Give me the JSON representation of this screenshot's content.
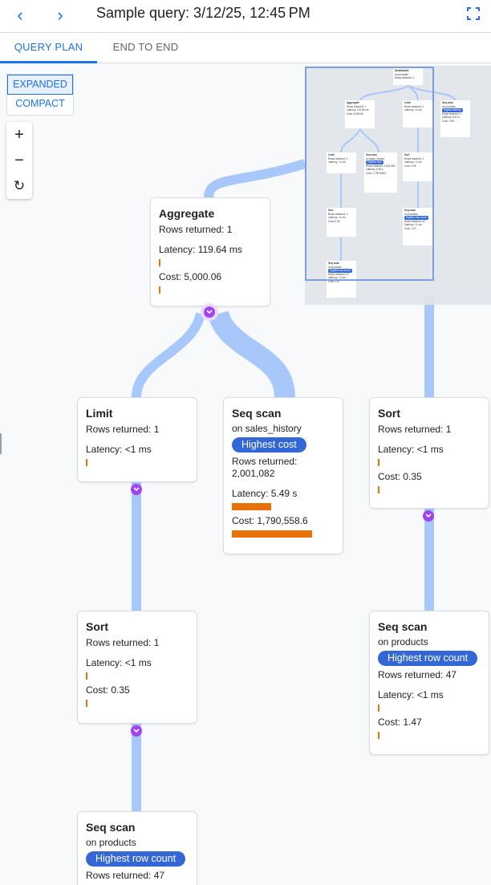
{
  "header": {
    "title": "Sample query: 3/12/25, 12:45 PM",
    "back_icon": "chevron-left-icon",
    "forward_icon": "chevron-right-icon",
    "fullscreen_icon": "fullscreen-icon"
  },
  "tabs": [
    {
      "label": "QUERY PLAN",
      "active": true
    },
    {
      "label": "END TO END",
      "active": false
    }
  ],
  "view_toggle": {
    "expanded": "EXPANDED",
    "compact": "COMPACT",
    "selected": "EXPANDED"
  },
  "zoom_controls": {
    "zoom_in": "+",
    "zoom_out": "−",
    "reset": "↻"
  },
  "colors": {
    "accent": "#1a73e8",
    "edge": "#a8c7fa",
    "bar": "#e8710a",
    "pill": "#3367d6",
    "expand": "#a142f4"
  },
  "nodes": [
    {
      "id": "aggregate",
      "title": "Aggregate",
      "metrics": [
        {
          "label": "Rows returned: 1"
        },
        {
          "label": "Latency: 119.64 ms",
          "bar": 0
        },
        {
          "label": "Cost: 5,000.06",
          "bar": 0
        }
      ]
    },
    {
      "id": "limit",
      "title": "Limit",
      "metrics": [
        {
          "label": "Rows returned: 1"
        },
        {
          "label": "Latency: <1 ms",
          "bar": 0
        }
      ]
    },
    {
      "id": "seq-scan-sales-history",
      "title": "Seq scan",
      "subtitle": "on sales_history",
      "badge": "Highest cost",
      "metrics": [
        {
          "label": "Rows returned:\n2,001,082"
        },
        {
          "label": "Latency: 5.49 s",
          "bar": 0.38
        },
        {
          "label": "Cost: 1,790,558.6",
          "bar": 0.77
        }
      ]
    },
    {
      "id": "sort-right",
      "title": "Sort",
      "metrics": [
        {
          "label": "Rows returned: 1"
        },
        {
          "label": "Latency: <1 ms",
          "bar": 0
        },
        {
          "label": "Cost: 0.35",
          "bar": 0
        }
      ]
    },
    {
      "id": "sort-left",
      "title": "Sort",
      "metrics": [
        {
          "label": "Rows returned: 1"
        },
        {
          "label": "Latency: <1 ms",
          "bar": 0
        },
        {
          "label": "Cost: 0.35",
          "bar": 0
        }
      ]
    },
    {
      "id": "seq-scan-products-right",
      "title": "Seq scan",
      "subtitle": "on products",
      "badge": "Highest row count",
      "metrics": [
        {
          "label": "Rows returned: 47"
        },
        {
          "label": "Latency: <1 ms",
          "bar": 0
        },
        {
          "label": "Cost: 1.47",
          "bar": 0
        }
      ]
    },
    {
      "id": "seq-scan-products-bottom",
      "title": "Seq scan",
      "subtitle": "on products",
      "badge": "Highest row count",
      "metrics": [
        {
          "label": "Rows returned: 47"
        }
      ]
    }
  ],
  "minimap": {
    "nodes": [
      {
        "title": "Modifytable",
        "lines": [
          "on products",
          "Rows returned: 1"
        ]
      },
      {
        "title": "Aggregate",
        "lines": [
          "Rows returned: 1",
          "Latency: 119.64 ms",
          "Cost: 5,000.06"
        ]
      },
      {
        "title": "Limit",
        "lines": [
          "Rows returned: 1",
          "Latency: <1 ms"
        ]
      },
      {
        "title": "Seq scan",
        "lines": [
          "on products",
          "Highest latency",
          "Rows returned: 1",
          "Latency: 5.41 s",
          "Cost: 1.59"
        ]
      },
      {
        "title": "Limit",
        "lines": [
          "Rows returned: 1",
          "Latency: <1 ms"
        ]
      },
      {
        "title": "Seq scan",
        "lines": [
          "on sales_history",
          "Highest cost",
          "Rows returned: 2,001,082",
          "Latency: 5.49 s",
          "Cost: 1,790,558.6"
        ]
      },
      {
        "title": "Sort",
        "lines": [
          "Rows returned: 1",
          "Latency: <1 ms",
          "Cost: 0.35"
        ]
      },
      {
        "title": "Sort",
        "lines": [
          "Rows returned: 1",
          "Latency: <1 ms",
          "Cost: 0.35"
        ]
      },
      {
        "title": "Seq scan",
        "lines": [
          "on products",
          "Highest row count",
          "Rows returned: 47",
          "Latency: <1 ms",
          "Cost: 1.47"
        ]
      },
      {
        "title": "Seq scan",
        "lines": [
          "on products",
          "Highest row count",
          "Rows returned: 47",
          "Latency: <1 ms",
          "Cost: 1.47"
        ]
      }
    ]
  }
}
